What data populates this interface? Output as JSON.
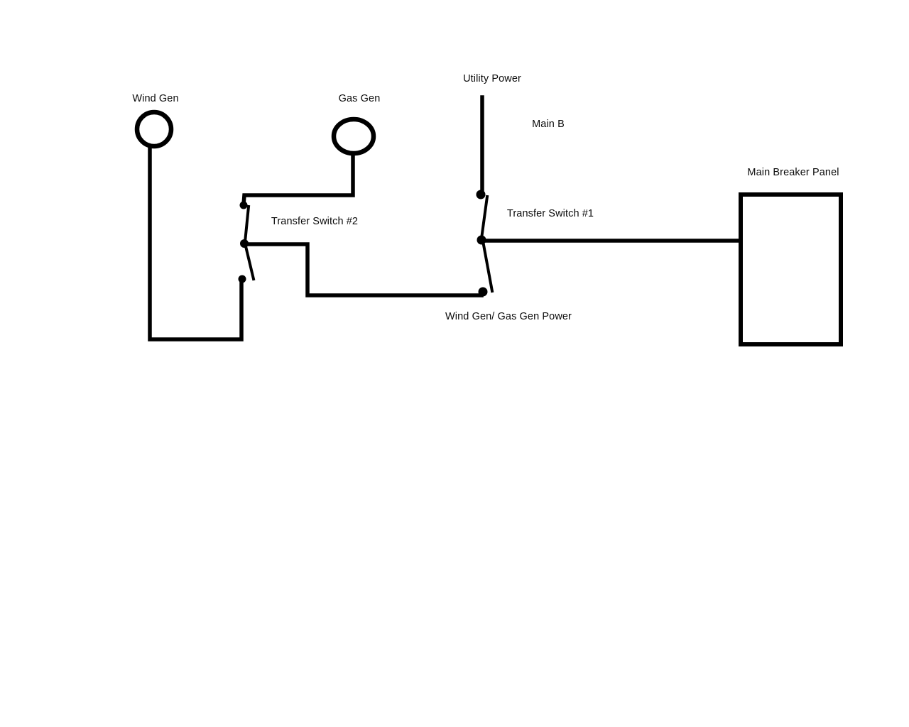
{
  "diagram": {
    "type": "wiring-diagram",
    "colors": {
      "background": "#ffffff",
      "ink": "#000000"
    },
    "nodes": [
      {
        "id": "wind_gen",
        "label": "Wind Gen",
        "symbol": "circle"
      },
      {
        "id": "gas_gen",
        "label": "Gas Gen",
        "symbol": "ellipse"
      },
      {
        "id": "utility_power",
        "label": "Utility Power",
        "symbol": "wire"
      },
      {
        "id": "transfer_switch_2",
        "label": "Transfer Switch #2",
        "symbol": "spdt-switch"
      },
      {
        "id": "transfer_switch_1",
        "label": "Transfer Switch #1",
        "symbol": "spdt-switch"
      },
      {
        "id": "main_breaker_panel",
        "label": "Main Breaker Panel",
        "symbol": "rectangle"
      },
      {
        "id": "main_b",
        "label": "Main B",
        "symbol": "text-annotation"
      },
      {
        "id": "wind_gen_gas_gen_power",
        "label": "Wind Gen/ Gas Gen Power",
        "symbol": "text-annotation"
      }
    ],
    "connections": [
      "Wind Gen -> Transfer Switch #2 (lower contact)",
      "Gas Gen -> Transfer Switch #2 (upper contact)",
      "Transfer Switch #2 (common) -> Transfer Switch #1 (lower contact)",
      "Utility Power -> Transfer Switch #1 (upper contact)",
      "Transfer Switch #1 (common) -> Main Breaker Panel"
    ]
  }
}
